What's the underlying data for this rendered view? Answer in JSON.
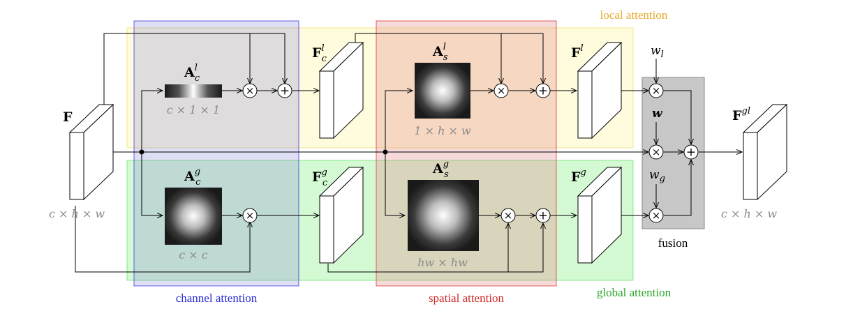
{
  "regions": {
    "local": {
      "label": "local attention",
      "color": "#e8a92b"
    },
    "global": {
      "label": "global attention",
      "color": "#2aa52a"
    },
    "channel": {
      "label": "channel attention",
      "color": "#2b2bd6"
    },
    "spatial": {
      "label": "spatial attention",
      "color": "#d12b2b"
    },
    "fusion": {
      "label": "fusion",
      "color": "#000000"
    }
  },
  "tensors": {
    "input": {
      "symbol": "F",
      "sup": "",
      "sub": "",
      "dims": "c × h × w"
    },
    "fcl": {
      "symbol": "F",
      "sup": "l",
      "sub": "c"
    },
    "fcg": {
      "symbol": "F",
      "sup": "g",
      "sub": "c"
    },
    "fl": {
      "symbol": "F",
      "sup": "l"
    },
    "fg": {
      "symbol": "F",
      "sup": "g"
    },
    "output": {
      "symbol": "F",
      "sup": "gl",
      "dims": "c × h × w"
    }
  },
  "attention_maps": {
    "acl": {
      "symbol": "A",
      "sup": "l",
      "sub": "c",
      "dims": "c × 1 × 1"
    },
    "acg": {
      "symbol": "A",
      "sup": "g",
      "sub": "c",
      "dims": "c × c"
    },
    "asl": {
      "symbol": "A",
      "sup": "l",
      "sub": "s",
      "dims": "1 × h × w"
    },
    "asg": {
      "symbol": "A",
      "sup": "g",
      "sub": "s",
      "dims": "hw × hw"
    }
  },
  "weights": {
    "wl": {
      "symbol": "w",
      "sub": "l"
    },
    "w": {
      "symbol": "w"
    },
    "wg": {
      "symbol": "w",
      "sub": "g"
    }
  },
  "operators": {
    "multiply": "×",
    "add": "+"
  }
}
